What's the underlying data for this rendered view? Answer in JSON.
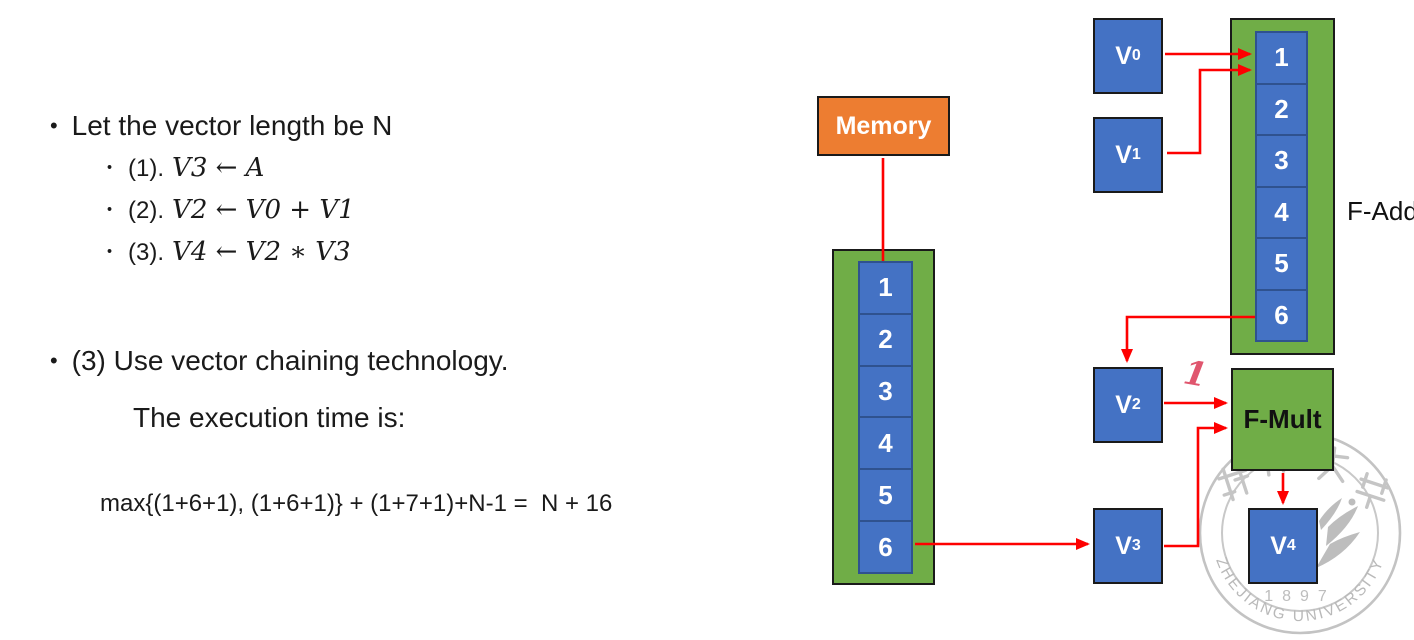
{
  "colors": {
    "memory_orange": "#ED7D31",
    "pipeline_green": "#70AD47",
    "register_blue": "#4472C4",
    "cell_border_blue": "#2F528F",
    "arrow_red": "#FE0000",
    "annotation_red": "#E0566E",
    "watermark_gray": "#BFBFBF"
  },
  "slide": {
    "bullet1": "Let the vector length be N",
    "steps": [
      {
        "label": "(1).",
        "math": "V3 ← A"
      },
      {
        "label": "(2).",
        "math": "V2 ← V0 + V1"
      },
      {
        "label": "(3).",
        "math": "V4 ← V2 ∗ V3"
      }
    ],
    "bullet2": "(3) Use vector chaining technology.",
    "exec_line": "The execution time is:",
    "formula": "max{(1+6+1), (1+6+1)} + (1+7+1)+N-1 =  N + 16"
  },
  "diagram": {
    "memory_label": "Memory",
    "fadd_label": "F-Add",
    "fmult_label": "F-Mult",
    "mem_stages": [
      "1",
      "2",
      "3",
      "4",
      "5",
      "6"
    ],
    "fadd_stages": [
      "1",
      "2",
      "3",
      "4",
      "5",
      "6"
    ],
    "registers": [
      {
        "base": "V",
        "sub": "0"
      },
      {
        "base": "V",
        "sub": "1"
      },
      {
        "base": "V",
        "sub": "2"
      },
      {
        "base": "V",
        "sub": "3"
      },
      {
        "base": "V",
        "sub": "4"
      }
    ],
    "chain_annotation": "1"
  },
  "watermark": {
    "name": "ZHEJIANG UNIVERSITY",
    "year": "1897",
    "seal_chars": [
      "浙",
      "江",
      "大",
      "学"
    ]
  }
}
